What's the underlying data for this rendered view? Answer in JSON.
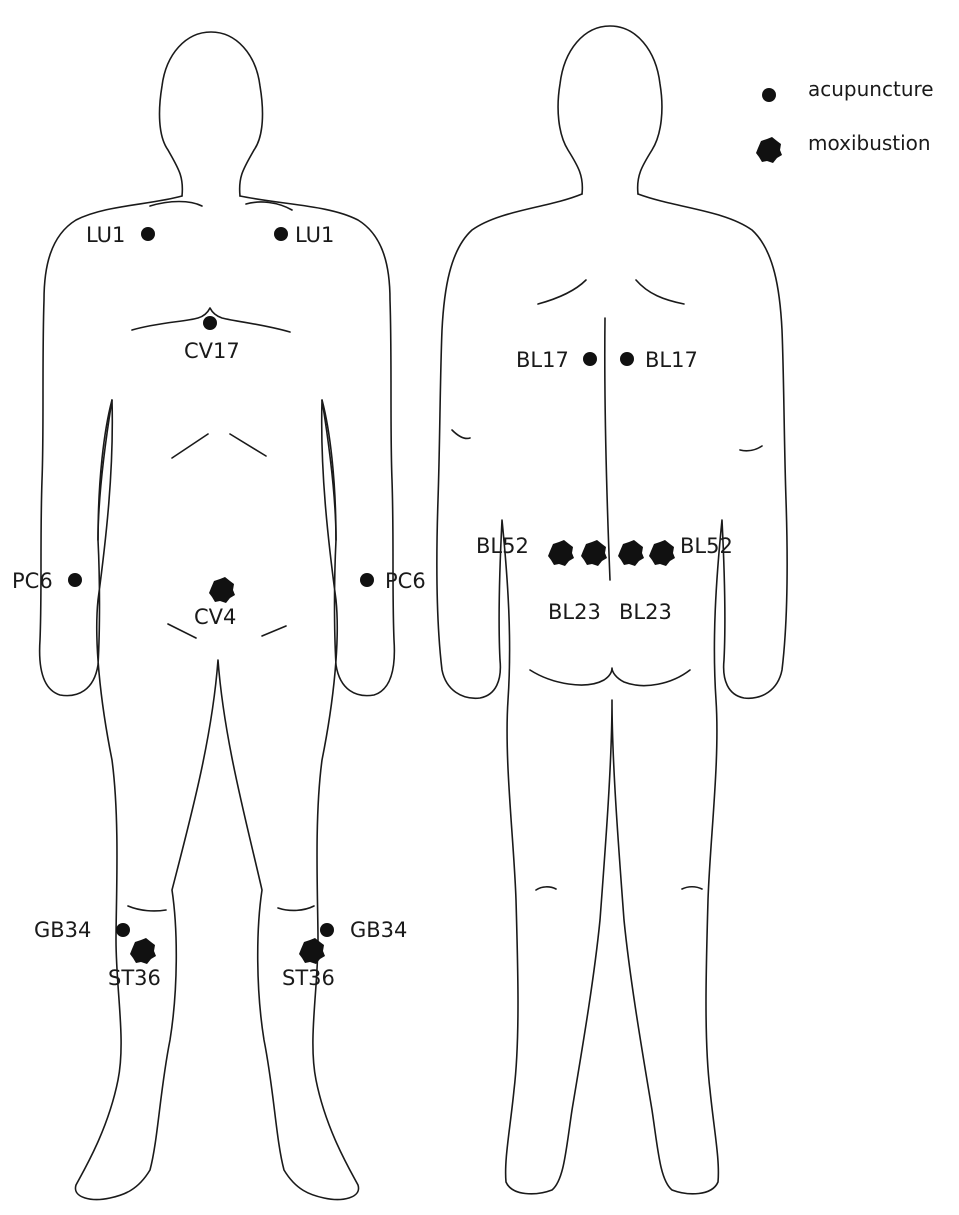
{
  "legend": {
    "acupuncture_label": "acupuncture",
    "moxibustion_label": "moxibustion"
  },
  "front": {
    "points": {
      "lu1_right": "LU1",
      "lu1_left": "LU1",
      "cv17": "CV17",
      "pc6_right": "PC6",
      "pc6_left": "PC6",
      "cv4": "CV4",
      "gb34_right": "GB34",
      "gb34_left": "GB34",
      "st36_right": "ST36",
      "st36_left": "ST36"
    }
  },
  "back": {
    "points": {
      "bl17_left": "BL17",
      "bl17_right": "BL17",
      "bl52_left": "BL52",
      "bl52_right": "BL52",
      "bl23_left": "BL23",
      "bl23_right": "BL23"
    }
  },
  "colors": {
    "ink": "#111111",
    "background": "#ffffff"
  }
}
